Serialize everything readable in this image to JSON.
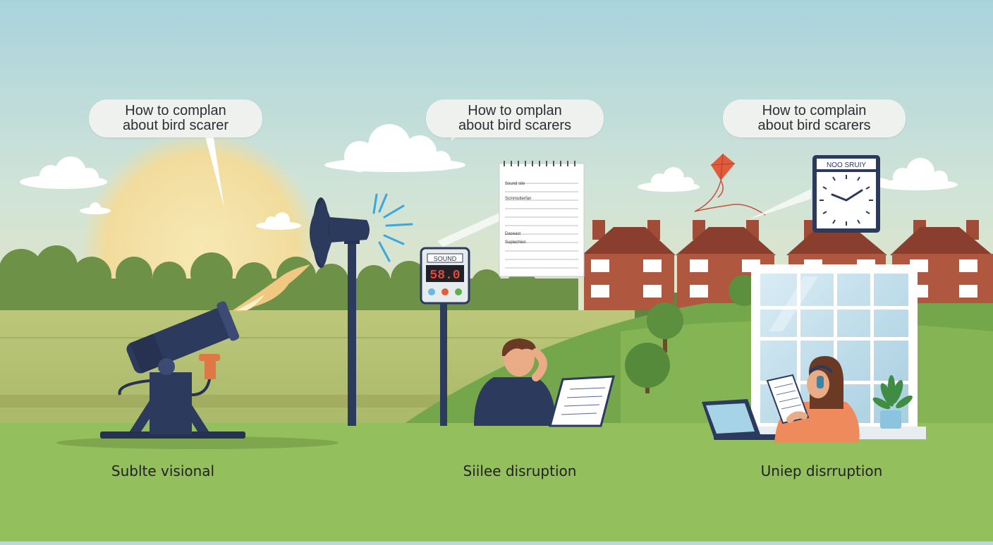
{
  "panels": [
    {
      "bubble_line1": "How to complan",
      "bubble_line2": "about bird scarer",
      "caption": "Sublte visional"
    },
    {
      "bubble_line1": "How to omplan",
      "bubble_line2": "about bird scarers",
      "caption": "Siilee disruption"
    },
    {
      "bubble_line1": "How to complain",
      "bubble_line2": "about bird scarers",
      "caption": "Uniep disrruption"
    }
  ],
  "meter": {
    "label": "SOUND",
    "reading": "58.0"
  },
  "clock": {
    "label": "NOO SRUIY"
  },
  "notepad": {
    "line1": "Sound site",
    "line2": "Scmmutterfan",
    "line3": "Daseast",
    "line4": "Suplachion"
  },
  "colors": {
    "sky_top": "#a9d3dc",
    "sky_bottom": "#dbe6c4",
    "sun": "#f3e2a6",
    "navy": "#2c3a5e",
    "grass": "#93bf5c",
    "brick": "#b0573f",
    "skin": "#e9ac86"
  },
  "icons": [
    "gas-cannon-icon",
    "loudspeaker-icon",
    "sound-meter-icon",
    "notepad-icon",
    "kite-icon",
    "clock-icon",
    "window-icon",
    "laptop-icon",
    "headphones-icon",
    "plant-icon"
  ]
}
